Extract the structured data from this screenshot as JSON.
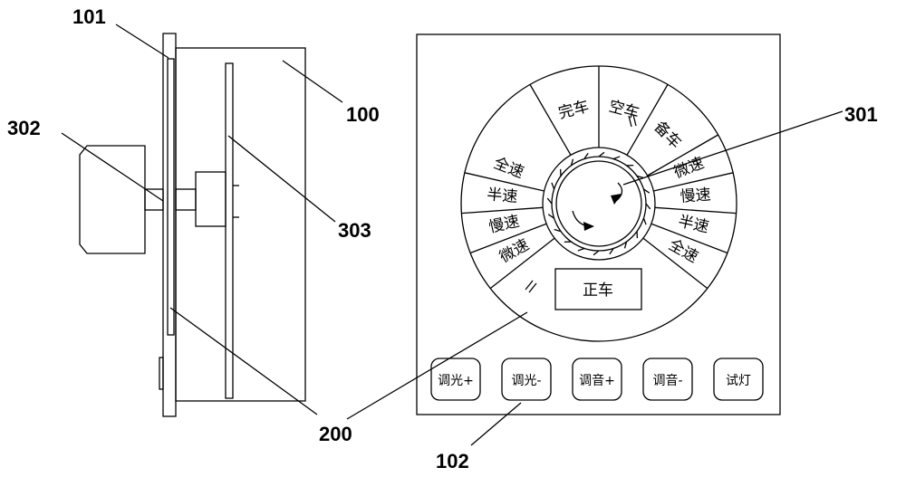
{
  "references": {
    "r101": "101",
    "r100": "100",
    "r302": "302",
    "r303": "303",
    "r301": "301",
    "r200": "200",
    "r102": "102"
  },
  "dial": {
    "top": [
      "完车",
      "空车",
      "备车"
    ],
    "right": [
      "微速",
      "慢速",
      "半速",
      "全速"
    ],
    "left": [
      "微速",
      "慢速",
      "半速",
      "全速"
    ],
    "center_label": "正车"
  },
  "buttons": [
    "调光+",
    "调光-",
    "调音+",
    "调音-",
    "试灯"
  ]
}
